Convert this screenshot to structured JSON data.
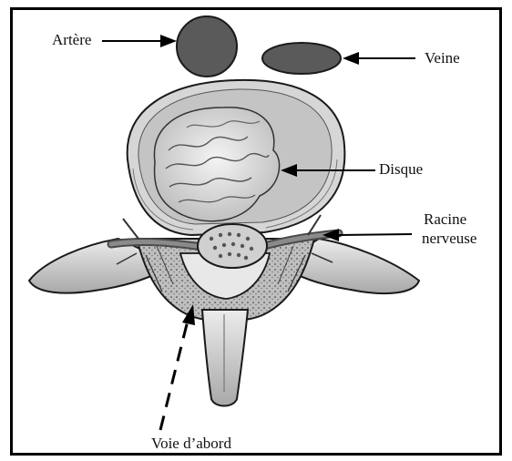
{
  "labels": {
    "artery": "Artère",
    "vein": "Veine",
    "disc": "Disque",
    "nerve_root_line1": "Racine",
    "nerve_root_line2": "nerveuse",
    "approach": "Voie d’abord"
  },
  "colors": {
    "vessel_fill": "#5a5a5a",
    "outline": "#1a1a1a",
    "bone_light": "#e6e6e6",
    "bone_mid": "#bdbdbd",
    "bone_dark": "#8a8a8a"
  }
}
